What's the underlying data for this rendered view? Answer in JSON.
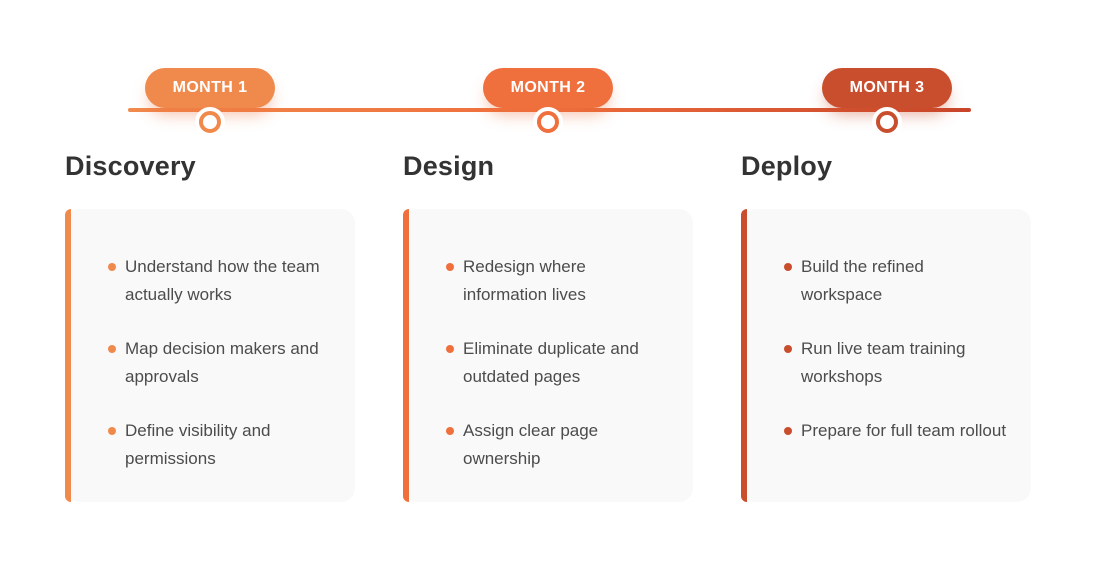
{
  "theme": {
    "accent_1": "#F08A4C",
    "accent_2": "#EF6F3D",
    "accent_3": "#C94E2D",
    "line_start": "#F18A4D",
    "line_mid": "#EF6F3D",
    "line_end": "#C9452A",
    "card_bg": "#F9F9F9",
    "heading_color": "#333333",
    "body_color": "#4C4C4C"
  },
  "phases": [
    {
      "badge": "MONTH 1",
      "title": "Discovery",
      "accent": "#F08A4C",
      "tasks": [
        "Understand how the team actually works",
        "Map decision makers and approvals",
        "Define visibility and permissions"
      ]
    },
    {
      "badge": "MONTH 2",
      "title": "Design",
      "accent": "#EF6F3D",
      "tasks": [
        "Redesign where information lives",
        "Eliminate duplicate and outdated pages",
        "Assign clear page ownership"
      ]
    },
    {
      "badge": "MONTH 3",
      "title": "Deploy",
      "accent": "#C94E2D",
      "tasks": [
        "Build the refined workspace",
        "Run live team training workshops",
        "Prepare for full team rollout"
      ]
    }
  ]
}
